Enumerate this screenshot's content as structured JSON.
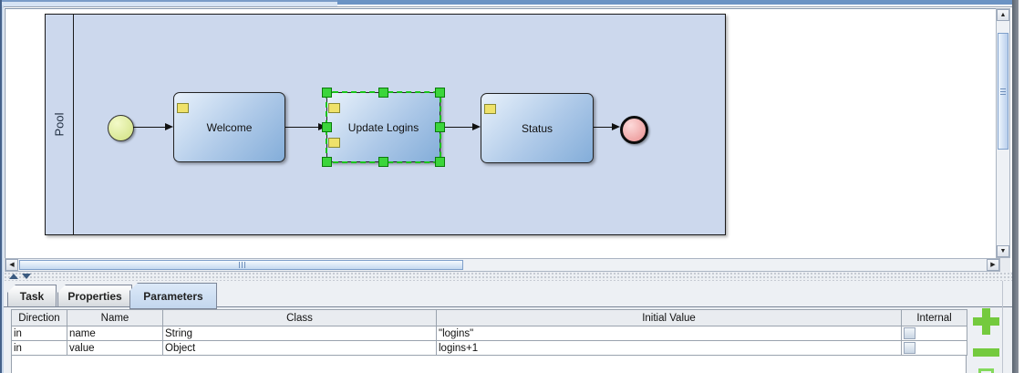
{
  "diagram": {
    "pool_label": "Pool",
    "nodes": [
      {
        "label": "Welcome",
        "selected": false
      },
      {
        "label": "Update Logins",
        "selected": true
      },
      {
        "label": "Status",
        "selected": false
      }
    ],
    "events": [
      {
        "type": "start-event"
      },
      {
        "type": "end-event"
      }
    ]
  },
  "icons": {
    "scroll_up": "▲",
    "scroll_down": "▼",
    "scroll_left": "◀",
    "scroll_right": "▶",
    "add": "plus-icon",
    "remove": "minus-icon"
  },
  "tabs": {
    "active": "Parameters",
    "items": [
      {
        "label": "Task"
      },
      {
        "label": "Properties"
      },
      {
        "label": "Parameters"
      }
    ]
  },
  "table": {
    "headers": [
      "Direction",
      "Name",
      "Class",
      "Initial Value",
      "Internal"
    ],
    "rows": [
      {
        "direction": "in",
        "name": "name",
        "class": "String",
        "initial_value": "\"logins\"",
        "internal_checked": false
      },
      {
        "direction": "in",
        "name": "value",
        "class": "Object",
        "initial_value": "logins+1",
        "internal_checked": false
      }
    ]
  },
  "colors": {
    "selection_green": "#18c618",
    "button_green": "#74ca3e",
    "pool_fill": "#ccd8ed",
    "task_gradient_start": "#e8f1fb",
    "task_gradient_end": "#83add9",
    "start_event_fill": "#cfe080",
    "end_event_fill": "#ea8f8f",
    "selected_tab_fill": "#c9dbf0"
  }
}
